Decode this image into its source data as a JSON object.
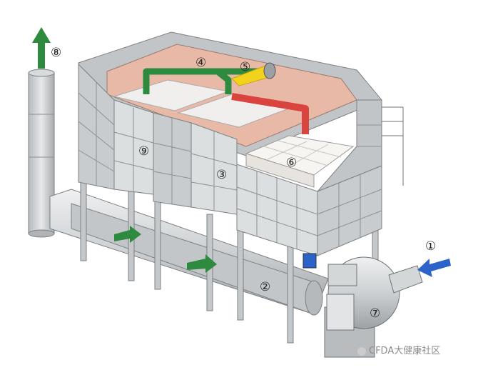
{
  "labels": {
    "n1": "①",
    "n2": "②",
    "n3": "③",
    "n4": "④",
    "n5": "⑤",
    "n6": "⑥",
    "n7": "⑦",
    "n8": "⑧",
    "n9": "⑨"
  },
  "watermark": "CFDA大健康社区",
  "colors": {
    "steel": "#c9ccce",
    "chamber": "#e8b9a6",
    "green_pipe": "#2e8a3e",
    "red_pipe": "#d9443e",
    "burner": "#f2d21c",
    "inlet_arrow": "#2b63c9",
    "exhaust_arrow": "#2e8a3e"
  }
}
